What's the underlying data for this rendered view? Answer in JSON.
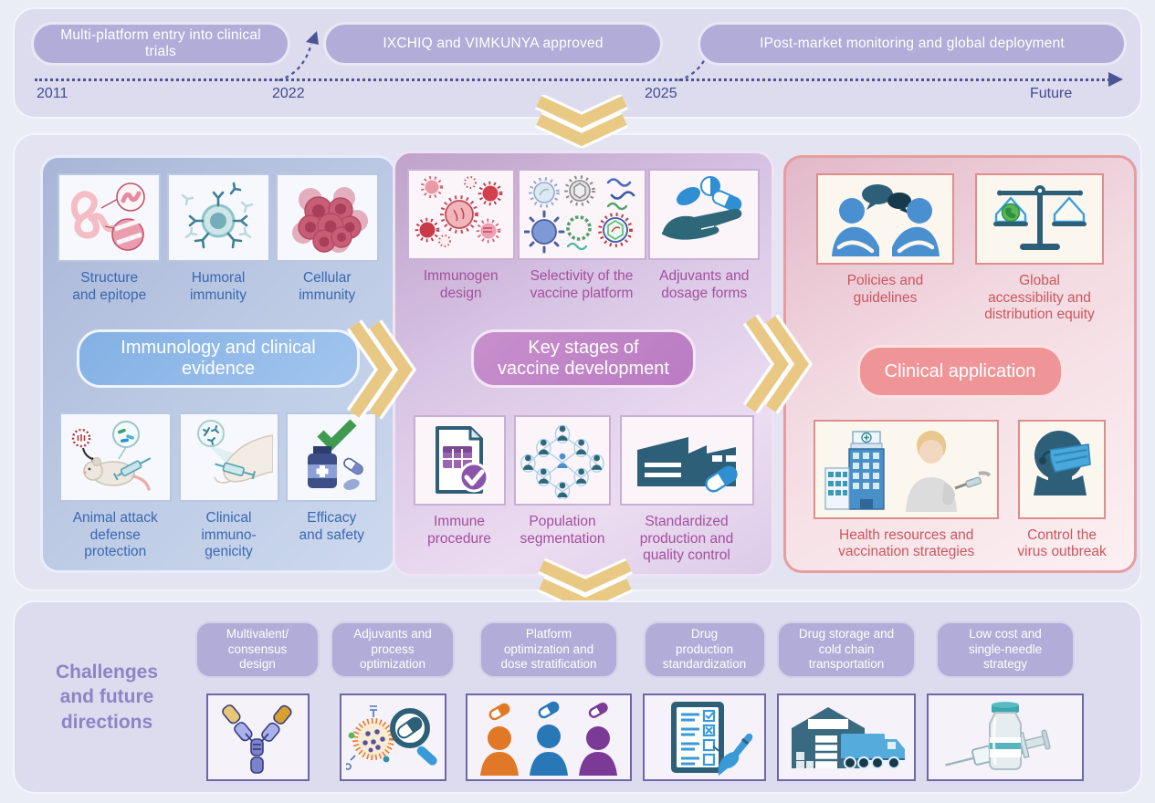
{
  "timeline": {
    "milestones": [
      {
        "label": "Multi-platform entry into clinical trials"
      },
      {
        "label": "IXCHIQ and VIMKUNYA approved"
      },
      {
        "label": "IPost-market monitoring and global deployment"
      }
    ],
    "years": [
      {
        "label": "2011"
      },
      {
        "label": "2022"
      },
      {
        "label": "2025"
      },
      {
        "label": "Future"
      }
    ]
  },
  "panels": [
    {
      "title": "Immunology and clinical\nevidence",
      "top_items": [
        {
          "label": "Structure\nand epitope",
          "icon": "protein-structure-icon"
        },
        {
          "label": "Humoral\nimmunity",
          "icon": "b-cell-antibodies-icon"
        },
        {
          "label": "Cellular\nimmunity",
          "icon": "cell-cluster-icon"
        }
      ],
      "bottom_items": [
        {
          "label": "Animal attack\ndefense\nprotection",
          "icon": "mouse-challenge-icon"
        },
        {
          "label": "Clinical\nimmuno-\ngenicity",
          "icon": "arm-injection-icon"
        },
        {
          "label": "Efficacy\nand safety",
          "icon": "medicine-check-icon"
        }
      ]
    },
    {
      "title": "Key stages of\nvaccine development",
      "top_items": [
        {
          "label": "Immunogen\ndesign",
          "icon": "virus-particles-icon"
        },
        {
          "label": "Selectivity of the\nvaccine platform",
          "icon": "vaccine-platforms-icon"
        },
        {
          "label": "Adjuvants and\ndosage forms",
          "icon": "hand-pills-icon"
        }
      ],
      "bottom_items": [
        {
          "label": "Immune\nprocedure",
          "icon": "document-check-icon"
        },
        {
          "label": "Population\nsegmentation",
          "icon": "population-network-icon"
        },
        {
          "label": "Standardized\nproduction and\nquality control",
          "icon": "factory-capsule-icon"
        }
      ]
    },
    {
      "title": "Clinical application",
      "top_items": [
        {
          "label": "Policies and\nguidelines",
          "icon": "people-discussion-icon"
        },
        {
          "label": "Global\naccessibility and\ndistribution equity",
          "icon": "balance-globe-icon"
        }
      ],
      "bottom_items": [
        {
          "label": "Health resources and\nvaccination strategies",
          "icon": "hospital-vaccination-icon"
        },
        {
          "label": "Control the\nvirus outbreak",
          "icon": "face-mask-icon"
        }
      ]
    }
  ],
  "challenges": {
    "heading": "Challenges\nand future\ndirections",
    "items": [
      {
        "label": "Multivalent/\nconsensus\ndesign",
        "icon": "antibody-icon"
      },
      {
        "label": "Adjuvants and\nprocess\noptimization",
        "icon": "liposome-magnifier-icon"
      },
      {
        "label": "Platform\noptimization and\ndose stratification",
        "icon": "people-doses-icon"
      },
      {
        "label": "Drug\nproduction\nstandardization",
        "icon": "checklist-pen-icon"
      },
      {
        "label": "Drug storage and\ncold chain\ntransportation",
        "icon": "warehouse-truck-icon"
      },
      {
        "label": "Low cost and\nsingle-needle\nstrategy",
        "icon": "vial-syringe-icon"
      }
    ]
  },
  "colors": {
    "gold_chevron": "#e9c87f",
    "timeline_pill": "#b1acd8",
    "timeline_axis": "#4c5498",
    "blue_accent": "#8db8e8",
    "purple_accent": "#c188c7",
    "pink_accent": "#ef9598",
    "blue_caption": "#3a68b2",
    "purple_caption": "#a34f9e",
    "red_caption": "#cc5560",
    "challenges_heading": "#8b85c6"
  }
}
